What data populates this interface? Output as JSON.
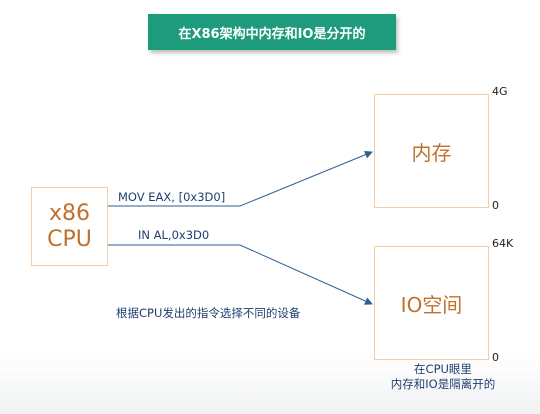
{
  "title": "在X86架构中内存和IO是分开的",
  "cpu": {
    "line1": "x86",
    "line2": "CPU"
  },
  "memory": {
    "label": "内存",
    "top_mark": "4G",
    "bottom_mark": "0"
  },
  "io": {
    "label": "IO空间",
    "top_mark": "64K",
    "bottom_mark": "0"
  },
  "instructions": {
    "mov": "MOV EAX, [0x3D0]",
    "in": "IN AL,0x3D0"
  },
  "note": "根据CPU发出的指令选择不同的设备",
  "caption": {
    "line1": "在CPU眼里",
    "line2": "内存和IO是隔离开的"
  },
  "colors": {
    "banner": "#1e9a7c",
    "box_border": "#f2cda6",
    "box_text": "#c0712d",
    "line": "#2e5f93",
    "text": "#1f3f6e"
  }
}
